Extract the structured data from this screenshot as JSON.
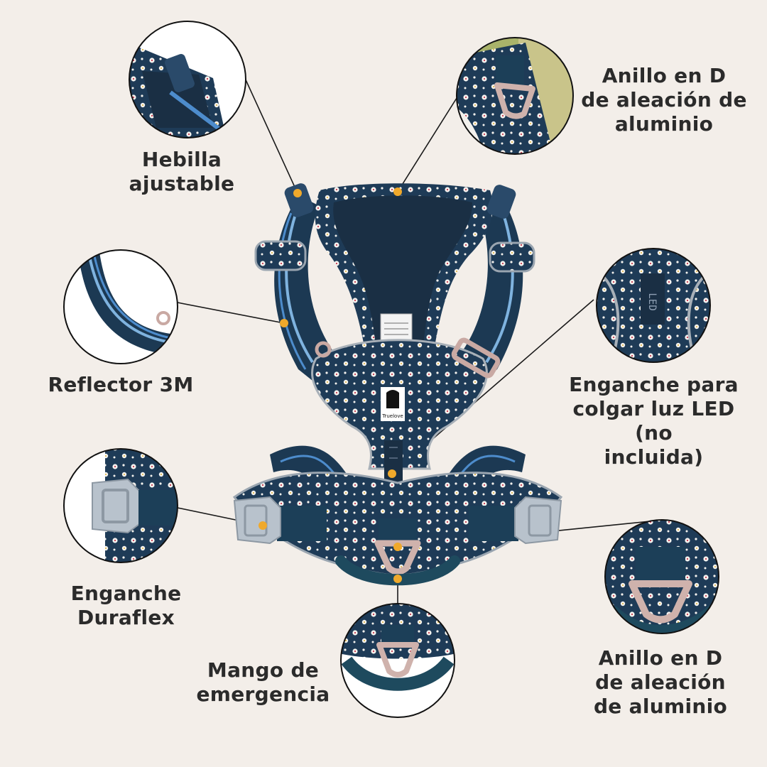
{
  "callouts": {
    "hebilla": "Hebilla\najustable",
    "anillo_top": "Anillo en D\nde aleación de\naluminio",
    "reflector": "Reflector 3M",
    "led": "Enganche para\ncolgar luz LED (no\nincluida)",
    "duraflex": "Enganche\nDuraflex",
    "anillo_bottom": "Anillo en D\nde aleación\nde aluminio",
    "mango": "Mango de\nemergencia"
  },
  "product": {
    "brand_tag": "Truelove",
    "led_tag": "LED"
  },
  "colors": {
    "background": "#f3eee9",
    "harness_navy": "#1d3a55",
    "strap_blue": "#2f6fa8",
    "marker": "#f0a92b",
    "ring_metal": "#c9a9a3"
  }
}
